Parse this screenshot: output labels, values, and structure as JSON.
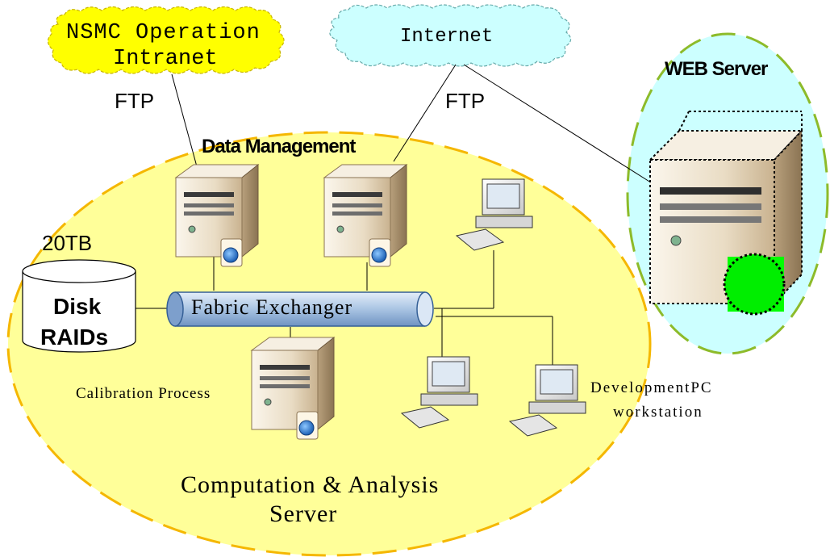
{
  "clouds": {
    "intranet_line1": "NSMC Operation",
    "intranet_line2": "Intranet",
    "internet": "Internet"
  },
  "links": {
    "ftp_left": "FTP",
    "ftp_right": "FTP"
  },
  "web_server": {
    "title": "WEB Server"
  },
  "data_management": {
    "title": "Data Management"
  },
  "storage": {
    "capacity": "20TB",
    "line1": "Disk",
    "line2": "RAIDs"
  },
  "fabric": {
    "label": "Fabric Exchanger"
  },
  "calibration": {
    "label": "Calibration Process"
  },
  "development": {
    "line1": "DevelopmentPC",
    "line2": "workstation"
  },
  "computation": {
    "line1": "Computation & Analysis",
    "line2": "Server"
  },
  "colors": {
    "intranet_cloud": "#ffff00",
    "internet_cloud": "#ccffff",
    "web_ellipse": "#ccffff",
    "main_ellipse": "#ffff99",
    "dashed_main": "#f5b700",
    "dashed_web": "#8dbb2a",
    "pipe": "#b7cfe8",
    "status_square": "#00ff00",
    "status_circle": "#00ee00"
  }
}
